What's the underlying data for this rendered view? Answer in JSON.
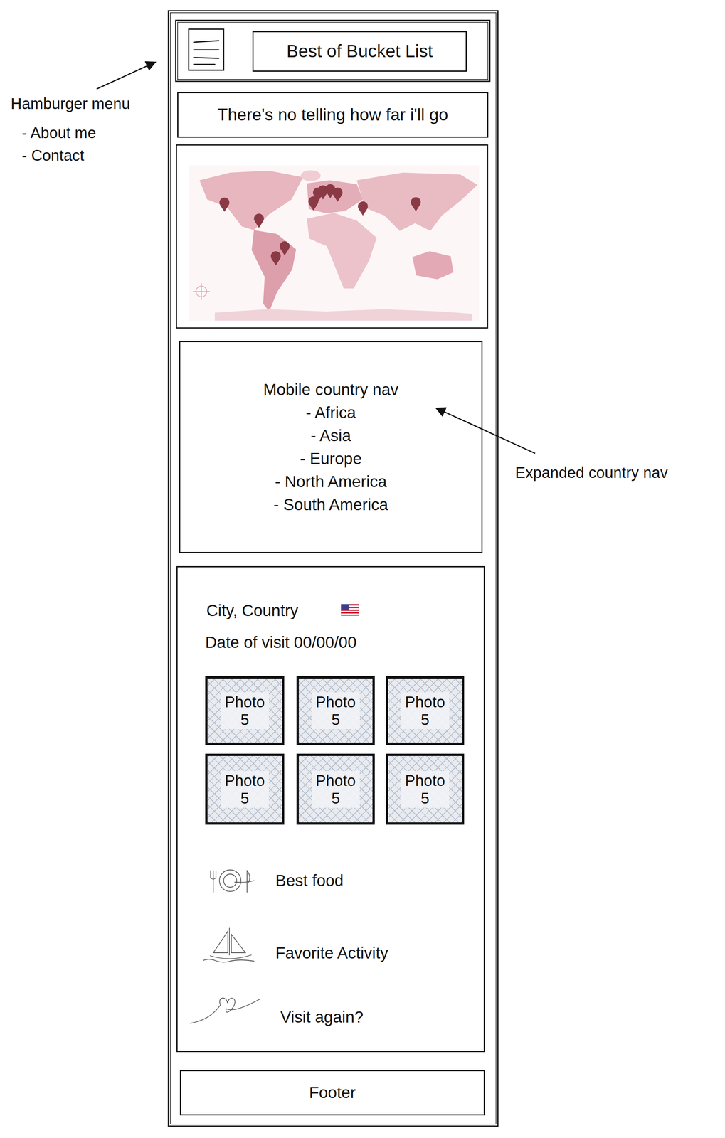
{
  "diagram": {
    "nodes": [
      {
        "text": [
          "Best of Bucket List"
        ]
      },
      {
        "text": [
          "There's no telling how far i'll go"
        ]
      },
      {
        "text": [
          "Mobile country nav",
          "- Africa",
          "- Asia",
          "- Europe",
          "- North America",
          "- South America"
        ]
      },
      {
        "text": [
          "City, Country",
          "Date of visit 00/00/00",
          "Best food",
          "Favorite Activity",
          "Visit again?"
        ]
      },
      {
        "text": [
          "Photo 5"
        ],
        "in": 3
      },
      {
        "text": [
          "Photo 5"
        ],
        "in": 3
      },
      {
        "text": [
          "Photo 5"
        ],
        "in": 3
      },
      {
        "text": [
          "Photo 5"
        ],
        "in": 3
      },
      {
        "text": [
          "Photo 5"
        ],
        "in": 3
      },
      {
        "text": [
          "Photo 5"
        ],
        "in": 3
      },
      {
        "text": [
          "Footer"
        ]
      }
    ],
    "labels": [
      "Hamburger menu",
      "- About me",
      "- Contact",
      "Expanded country nav"
    ]
  }
}
